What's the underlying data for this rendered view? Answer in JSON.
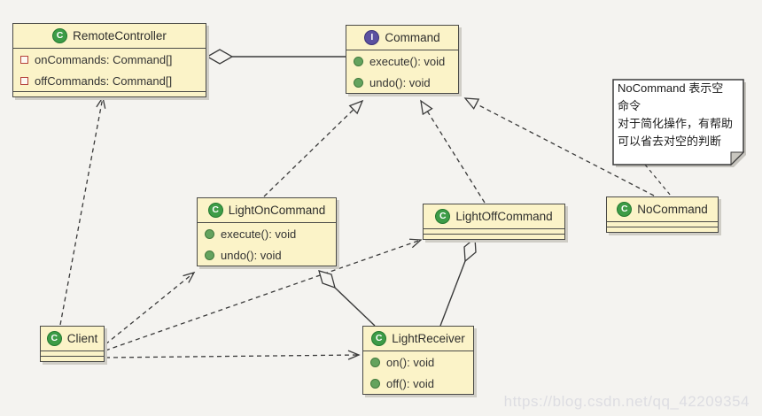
{
  "diagram_title": "Command pattern UML class diagram",
  "colors": {
    "background": "#f4f3f0",
    "box_fill": "#fbf3c8",
    "box_border": "#4a4a47",
    "class_icon_green": "#3d9c47",
    "interface_icon_purple": "#5b51a0",
    "field_icon_red": "#b5413a",
    "method_icon_green": "#64a35e",
    "note_fill": "#ffffff"
  },
  "icons": {
    "class_letter": "C",
    "interface_letter": "I"
  },
  "classes": {
    "remote_controller": {
      "name": "RemoteController",
      "kind": "class",
      "fields": [
        "onCommands: Command[]",
        "offCommands: Command[]"
      ]
    },
    "command": {
      "name": "Command",
      "kind": "interface",
      "methods": [
        "execute(): void",
        "undo(): void"
      ]
    },
    "light_on_command": {
      "name": "LightOnCommand",
      "kind": "class",
      "methods": [
        "execute(): void",
        "undo(): void"
      ]
    },
    "light_off_command": {
      "name": "LightOffCommand",
      "kind": "class"
    },
    "no_command": {
      "name": "NoCommand",
      "kind": "class"
    },
    "client": {
      "name": "Client",
      "kind": "class"
    },
    "light_receiver": {
      "name": "LightReceiver",
      "kind": "class",
      "methods": [
        "on(): void",
        "off(): void"
      ]
    }
  },
  "note": {
    "lines": [
      "NoCommand 表示空",
      "命令",
      "对于简化操作，有帮助",
      "可以省去对空的判断"
    ]
  },
  "relationships": [
    {
      "from": "RemoteController",
      "to": "Command",
      "type": "aggregation"
    },
    {
      "from": "Client",
      "to": "RemoteController",
      "type": "dependency"
    },
    {
      "from": "LightOnCommand",
      "to": "Command",
      "type": "realization"
    },
    {
      "from": "LightOffCommand",
      "to": "Command",
      "type": "realization"
    },
    {
      "from": "NoCommand",
      "to": "Command",
      "type": "realization"
    },
    {
      "from": "note",
      "to": "NoCommand",
      "type": "note-link"
    },
    {
      "from": "Client",
      "to": "LightOnCommand",
      "type": "dependency"
    },
    {
      "from": "Client",
      "to": "LightOffCommand",
      "type": "dependency"
    },
    {
      "from": "Client",
      "to": "LightReceiver",
      "type": "dependency"
    },
    {
      "from": "LightOnCommand",
      "to": "LightReceiver",
      "type": "aggregation"
    },
    {
      "from": "LightOffCommand",
      "to": "LightReceiver",
      "type": "aggregation"
    }
  ],
  "watermark": "https://blog.csdn.net/qq_42209354"
}
